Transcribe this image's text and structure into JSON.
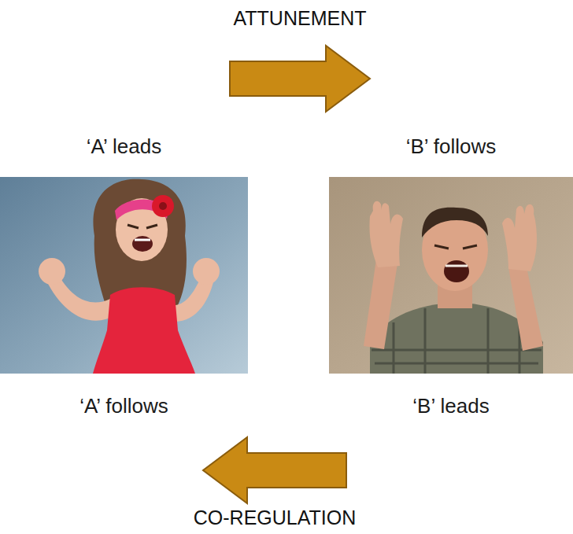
{
  "diagram": {
    "nodes": [
      {
        "text": [
          "‘A’ leads",
          "‘A’ follows"
        ]
      },
      {
        "text": [
          "‘B’ follows",
          "‘B’ leads"
        ]
      }
    ],
    "edges": [
      {
        "from": 0,
        "to": 1,
        "arrow": "to",
        "label": "ATTUNEMENT"
      },
      {
        "from": 1,
        "to": 0,
        "arrow": "to",
        "label": "CO-REGULATION"
      }
    ]
  }
}
